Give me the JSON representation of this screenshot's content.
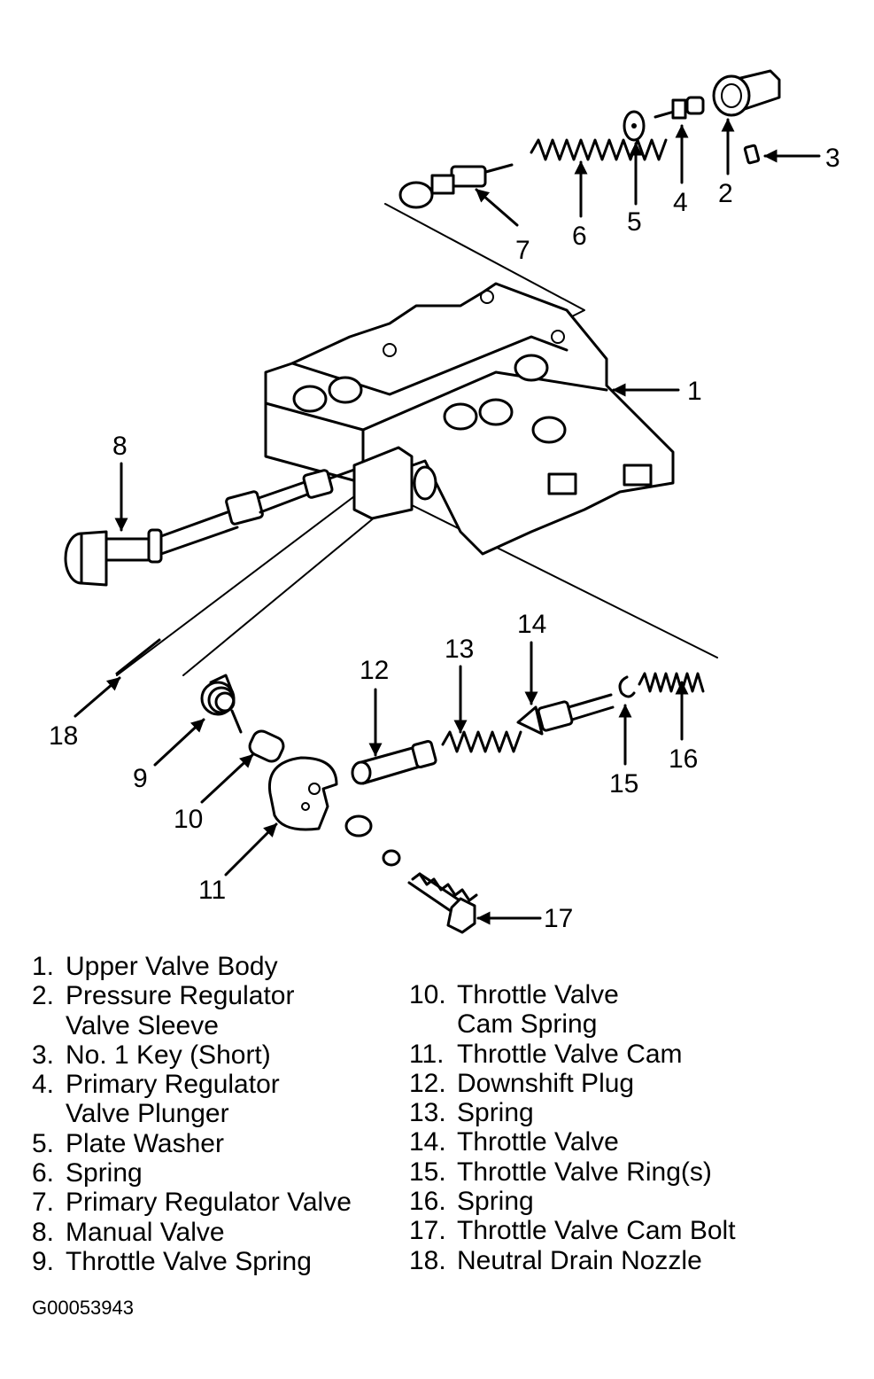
{
  "callouts": [
    "1",
    "2",
    "3",
    "4",
    "5",
    "6",
    "7",
    "8",
    "9",
    "10",
    "11",
    "12",
    "13",
    "14",
    "15",
    "16",
    "17",
    "18"
  ],
  "legend": {
    "left": [
      {
        "num": "1.",
        "lines": [
          "Upper Valve Body"
        ]
      },
      {
        "num": "2.",
        "lines": [
          "Pressure Regulator",
          "Valve Sleeve"
        ]
      },
      {
        "num": "3.",
        "lines": [
          "No. 1 Key (Short)"
        ]
      },
      {
        "num": "4.",
        "lines": [
          "Primary Regulator",
          "Valve Plunger"
        ]
      },
      {
        "num": "5.",
        "lines": [
          "Plate Washer"
        ]
      },
      {
        "num": "6.",
        "lines": [
          "Spring"
        ]
      },
      {
        "num": "7.",
        "lines": [
          "Primary Regulator Valve"
        ]
      },
      {
        "num": "8.",
        "lines": [
          "Manual Valve"
        ]
      },
      {
        "num": "9.",
        "lines": [
          "Throttle Valve Spring"
        ]
      }
    ],
    "right": [
      {
        "num": "10.",
        "lines": [
          "Throttle Valve",
          "Cam Spring"
        ]
      },
      {
        "num": "11.",
        "lines": [
          "Throttle Valve Cam"
        ]
      },
      {
        "num": "12.",
        "lines": [
          "Downshift Plug"
        ]
      },
      {
        "num": "13.",
        "lines": [
          "Spring"
        ]
      },
      {
        "num": "14.",
        "lines": [
          "Throttle Valve"
        ]
      },
      {
        "num": "15.",
        "lines": [
          "Throttle Valve Ring(s)"
        ]
      },
      {
        "num": "16.",
        "lines": [
          "Spring"
        ]
      },
      {
        "num": "17.",
        "lines": [
          "Throttle Valve Cam Bolt"
        ]
      },
      {
        "num": "18.",
        "lines": [
          "Neutral Drain Nozzle"
        ]
      }
    ]
  },
  "figure_id": "G00053943"
}
